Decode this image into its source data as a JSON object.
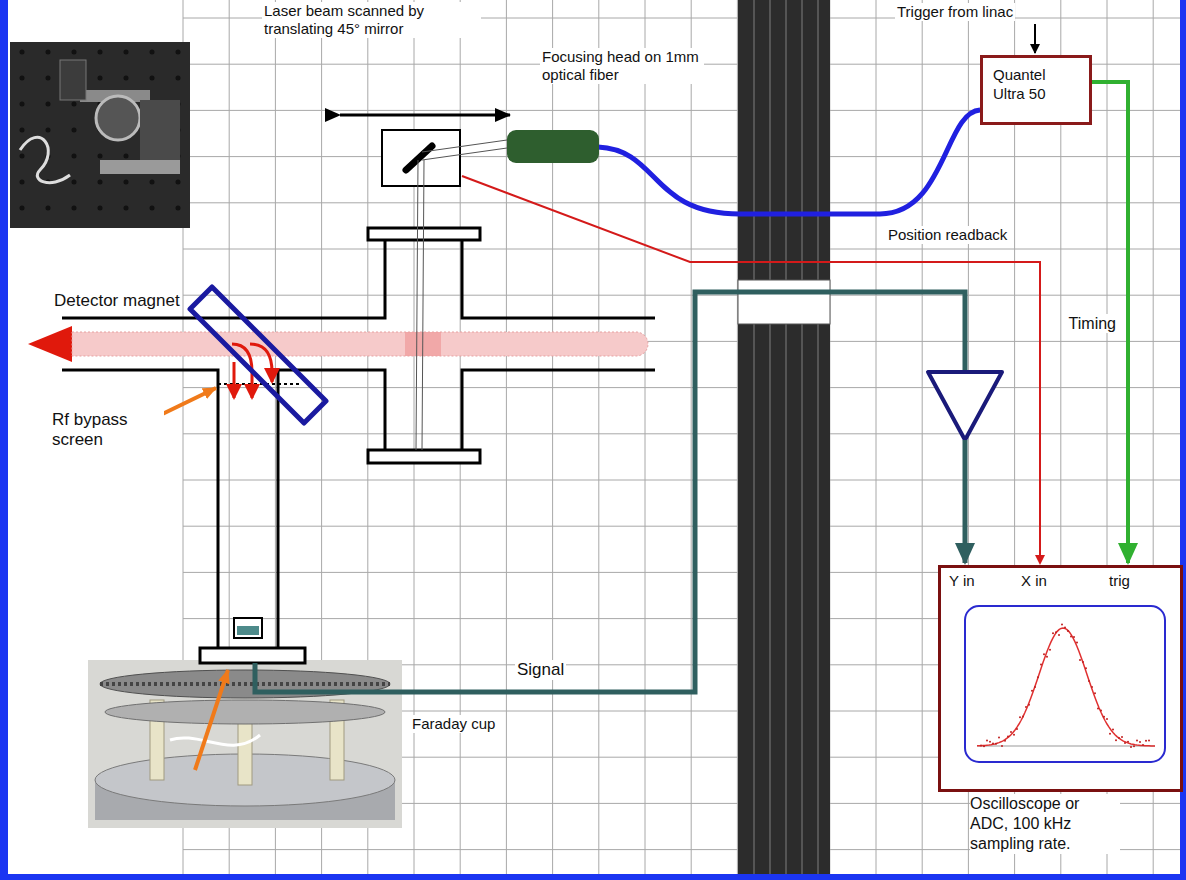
{
  "diagram": {
    "nodes": [
      {
        "text": [
          "Quantel Ultra 50"
        ]
      },
      {
        "text": [
          "Y in",
          "X in",
          "trig",
          "Oscilloscope or ADC, 100 kHz sampling rate."
        ]
      }
    ],
    "edges": [
      {
        "from": 0,
        "to": 1,
        "arrow": "to",
        "label": "Timing"
      }
    ],
    "labels": [
      "Laser beam scanned by translating 45° mirror",
      "Focusing head on 1mm optical fiber",
      "Trigger from linac",
      "Position readback",
      "Detector magnet",
      "Rf bypass screen",
      "Signal",
      "Faraday cup"
    ]
  }
}
